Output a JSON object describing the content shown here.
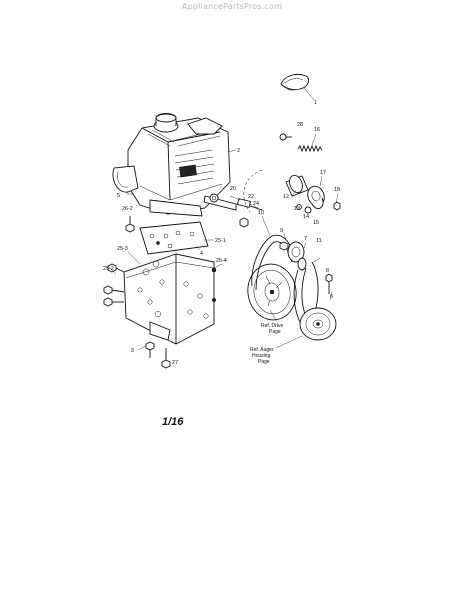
{
  "watermark": "AppliancePartsPros.com",
  "page_number": "1/16",
  "callouts": {
    "c1": "1",
    "c28": "28",
    "c16": "16",
    "c2": "2",
    "c17": "17",
    "c18": "18",
    "c20": "20",
    "c22": "22",
    "c24": "24",
    "c12": "12",
    "c13": "13",
    "c14": "14",
    "c15": "15",
    "c5": "5",
    "c26_2": "26-2",
    "c25_1": "25-1",
    "c25_3": "25-3",
    "c4": "4",
    "c25_4": "25-4",
    "c25_2": "25-2",
    "c10": "10",
    "c9": "9",
    "c7": "7",
    "c11": "11",
    "c8": "8",
    "c6": "6",
    "c3": "3",
    "c27": "27"
  },
  "references": {
    "drive_line1": "Ref. Drive",
    "drive_line2": "Page",
    "auger_line1": "Ref. Auger",
    "auger_line2": "Housing",
    "auger_line3": "Page"
  }
}
